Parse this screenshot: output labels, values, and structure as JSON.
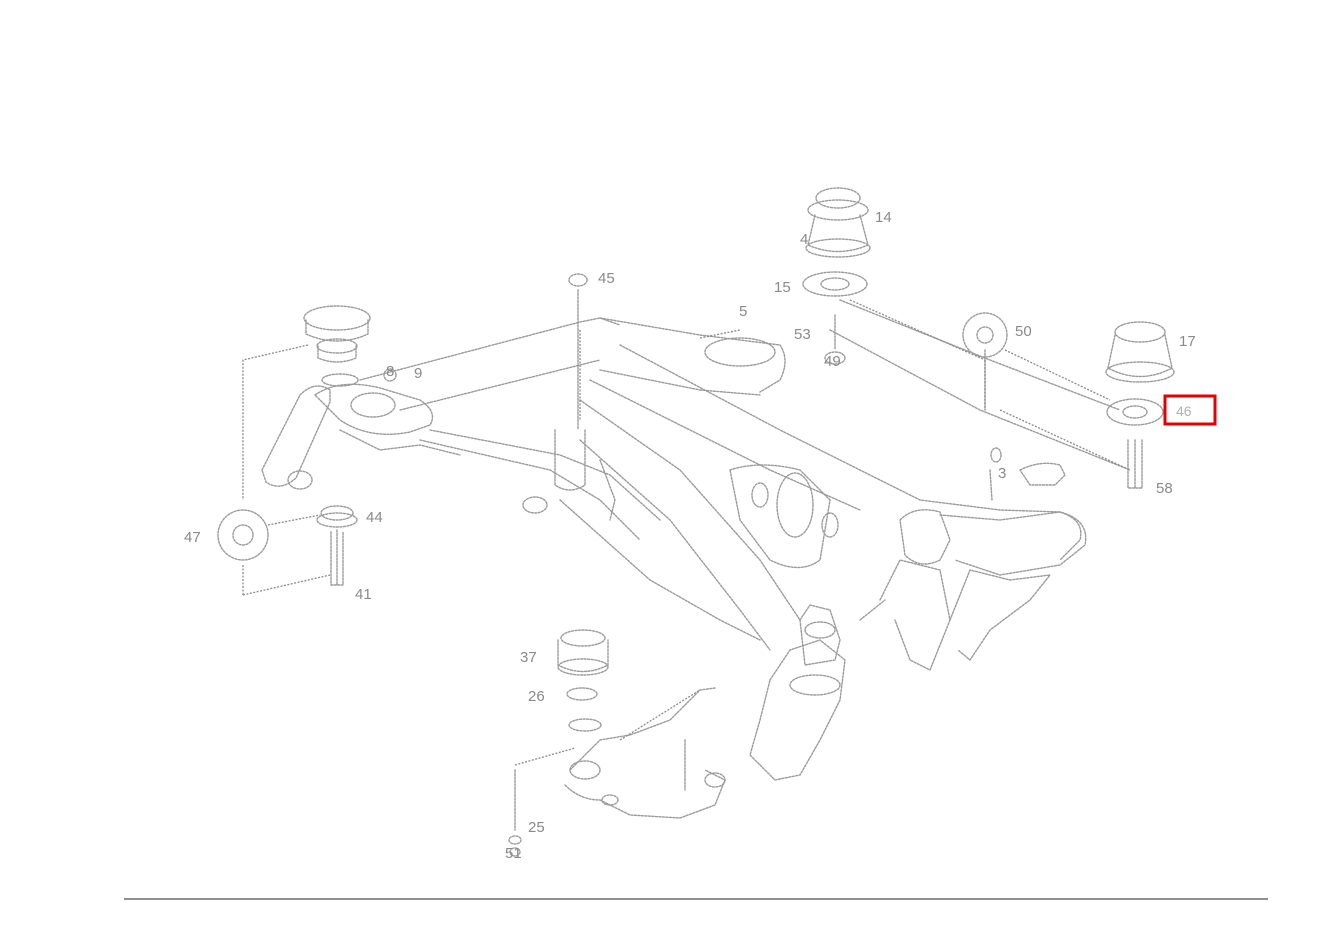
{
  "callouts": [
    {
      "id": "c-14",
      "text": "14"
    },
    {
      "id": "c-4",
      "text": "4"
    },
    {
      "id": "c-15",
      "text": "15"
    },
    {
      "id": "c-45",
      "text": "45"
    },
    {
      "id": "c-5",
      "text": "5"
    },
    {
      "id": "c-53",
      "text": "53"
    },
    {
      "id": "c-49",
      "text": "49"
    },
    {
      "id": "c-50",
      "text": "50"
    },
    {
      "id": "c-17",
      "text": "17"
    },
    {
      "id": "c-8",
      "text": "8"
    },
    {
      "id": "c-9",
      "text": "9"
    },
    {
      "id": "c-58",
      "text": "58"
    },
    {
      "id": "c-44",
      "text": "44"
    },
    {
      "id": "c-47",
      "text": "47"
    },
    {
      "id": "c-41",
      "text": "41"
    },
    {
      "id": "c-37",
      "text": "37"
    },
    {
      "id": "c-26",
      "text": "26"
    },
    {
      "id": "c-25",
      "text": "25"
    },
    {
      "id": "c-51",
      "text": "51"
    },
    {
      "id": "c-3",
      "text": "3"
    }
  ],
  "highlight": {
    "text": "46",
    "color": "#e50000"
  }
}
